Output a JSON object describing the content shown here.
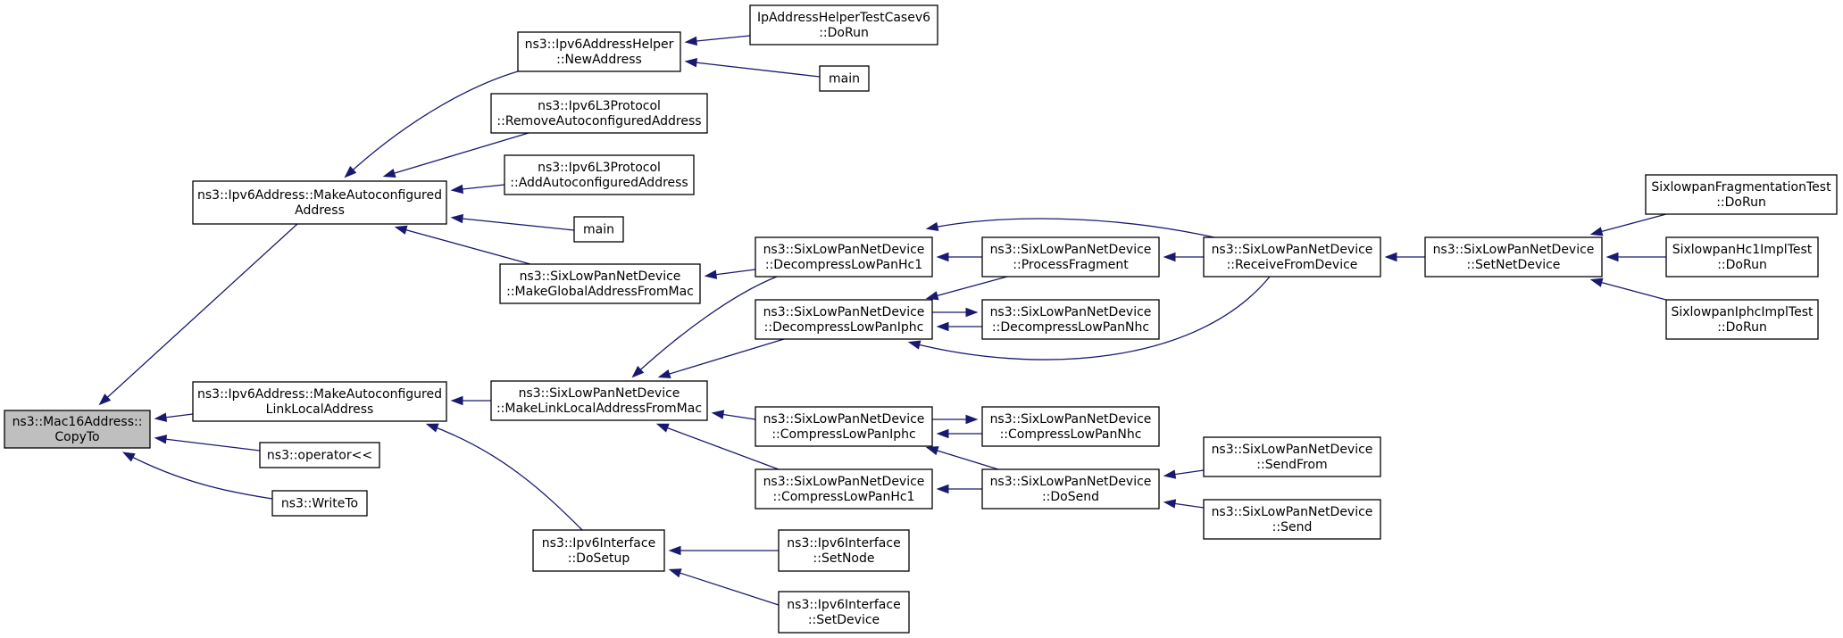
{
  "nodes": [
    {
      "id": "mac16_copyto",
      "name": "Mac16Address CopyTo",
      "lines": [
        "ns3::Mac16Address::",
        "CopyTo"
      ],
      "highlight": true
    },
    {
      "id": "ipv6addr_makeauto",
      "name": "Ipv6Address MakeAutoconfiguredAddress",
      "lines": [
        "ns3::Ipv6Address::MakeAutoconfigured",
        "Address"
      ]
    },
    {
      "id": "ipv6addr_makeauto_ll",
      "name": "Ipv6Address MakeAutoconfiguredLinkLocalAddress",
      "lines": [
        "ns3::Ipv6Address::MakeAutoconfigured",
        "LinkLocalAddress"
      ]
    },
    {
      "id": "operator_ll",
      "name": "operator<<",
      "lines": [
        "ns3::operator<<"
      ]
    },
    {
      "id": "writeto",
      "name": "WriteTo",
      "lines": [
        "ns3::WriteTo"
      ]
    },
    {
      "id": "ipv6helper_newaddr",
      "name": "Ipv6AddressHelper NewAddress",
      "lines": [
        "ns3::Ipv6AddressHelper",
        "::NewAddress"
      ]
    },
    {
      "id": "ipv6l3_remove",
      "name": "Ipv6L3Protocol RemoveAutoconfiguredAddress",
      "lines": [
        "ns3::Ipv6L3Protocol",
        "::RemoveAutoconfiguredAddress"
      ]
    },
    {
      "id": "ipv6l3_add",
      "name": "Ipv6L3Protocol AddAutoconfiguredAddress",
      "lines": [
        "ns3::Ipv6L3Protocol",
        "::AddAutoconfiguredAddress"
      ]
    },
    {
      "id": "main_mid",
      "name": "main (middle)",
      "lines": [
        "main"
      ]
    },
    {
      "id": "slpnd_makeglobal",
      "name": "SixLowPanNetDevice MakeGlobalAddressFromMac",
      "lines": [
        "ns3::SixLowPanNetDevice",
        "::MakeGlobalAddressFromMac"
      ]
    },
    {
      "id": "slpnd_makelinklocal",
      "name": "SixLowPanNetDevice MakeLinkLocalAddressFromMac",
      "lines": [
        "ns3::SixLowPanNetDevice",
        "::MakeLinkLocalAddressFromMac"
      ]
    },
    {
      "id": "ipv6iface_dosetup",
      "name": "Ipv6Interface DoSetup",
      "lines": [
        "ns3::Ipv6Interface",
        "::DoSetup"
      ]
    },
    {
      "id": "iphelper_testcase",
      "name": "IpAddressHelperTestCasev6 DoRun",
      "lines": [
        "IpAddressHelperTestCasev6",
        "::DoRun"
      ]
    },
    {
      "id": "main_top",
      "name": "main (top)",
      "lines": [
        "main"
      ]
    },
    {
      "id": "slpnd_decomp_hc1",
      "name": "SixLowPanNetDevice DecompressLowPanHc1",
      "lines": [
        "ns3::SixLowPanNetDevice",
        "::DecompressLowPanHc1"
      ]
    },
    {
      "id": "slpnd_decomp_iphc",
      "name": "SixLowPanNetDevice DecompressLowPanIphc",
      "lines": [
        "ns3::SixLowPanNetDevice",
        "::DecompressLowPanIphc"
      ]
    },
    {
      "id": "slpnd_comp_iphc",
      "name": "SixLowPanNetDevice CompressLowPanIphc",
      "lines": [
        "ns3::SixLowPanNetDevice",
        "::CompressLowPanIphc"
      ]
    },
    {
      "id": "slpnd_comp_hc1",
      "name": "SixLowPanNetDevice CompressLowPanHc1",
      "lines": [
        "ns3::SixLowPanNetDevice",
        "::CompressLowPanHc1"
      ]
    },
    {
      "id": "ipv6iface_setnode",
      "name": "Ipv6Interface SetNode",
      "lines": [
        "ns3::Ipv6Interface",
        "::SetNode"
      ]
    },
    {
      "id": "ipv6iface_setdevice",
      "name": "Ipv6Interface SetDevice",
      "lines": [
        "ns3::Ipv6Interface",
        "::SetDevice"
      ]
    },
    {
      "id": "slpnd_processfrag",
      "name": "SixLowPanNetDevice ProcessFragment",
      "lines": [
        "ns3::SixLowPanNetDevice",
        "::ProcessFragment"
      ]
    },
    {
      "id": "slpnd_decomp_nhc",
      "name": "SixLowPanNetDevice DecompressLowPanNhc",
      "lines": [
        "ns3::SixLowPanNetDevice",
        "::DecompressLowPanNhc"
      ]
    },
    {
      "id": "slpnd_comp_nhc",
      "name": "SixLowPanNetDevice CompressLowPanNhc",
      "lines": [
        "ns3::SixLowPanNetDevice",
        "::CompressLowPanNhc"
      ]
    },
    {
      "id": "slpnd_dosend",
      "name": "SixLowPanNetDevice DoSend",
      "lines": [
        "ns3::SixLowPanNetDevice",
        "::DoSend"
      ]
    },
    {
      "id": "slpnd_receive",
      "name": "SixLowPanNetDevice ReceiveFromDevice",
      "lines": [
        "ns3::SixLowPanNetDevice",
        "::ReceiveFromDevice"
      ]
    },
    {
      "id": "slpnd_sendfrom",
      "name": "SixLowPanNetDevice SendFrom",
      "lines": [
        "ns3::SixLowPanNetDevice",
        "::SendFrom"
      ]
    },
    {
      "id": "slpnd_send",
      "name": "SixLowPanNetDevice Send",
      "lines": [
        "ns3::SixLowPanNetDevice",
        "::Send"
      ]
    },
    {
      "id": "slpnd_setnetdevice",
      "name": "SixLowPanNetDevice SetNetDevice",
      "lines": [
        "ns3::SixLowPanNetDevice",
        "::SetNetDevice"
      ]
    },
    {
      "id": "sl_fragtest",
      "name": "SixlowpanFragmentationTest DoRun",
      "lines": [
        "SixlowpanFragmentationTest",
        "::DoRun"
      ]
    },
    {
      "id": "sl_hc1test",
      "name": "SixlowpanHc1ImplTest DoRun",
      "lines": [
        "SixlowpanHc1ImplTest",
        "::DoRun"
      ]
    },
    {
      "id": "sl_iphctest",
      "name": "SixlowpanIphcImplTest DoRun",
      "lines": [
        "SixlowpanIphcImplTest",
        "::DoRun"
      ]
    }
  ],
  "edges": [
    {
      "from": "ipv6addr_makeauto",
      "to": "mac16_copyto"
    },
    {
      "from": "ipv6addr_makeauto_ll",
      "to": "mac16_copyto"
    },
    {
      "from": "operator_ll",
      "to": "mac16_copyto"
    },
    {
      "from": "writeto",
      "to": "mac16_copyto"
    },
    {
      "from": "ipv6helper_newaddr",
      "to": "ipv6addr_makeauto"
    },
    {
      "from": "ipv6l3_remove",
      "to": "ipv6addr_makeauto"
    },
    {
      "from": "ipv6l3_add",
      "to": "ipv6addr_makeauto"
    },
    {
      "from": "main_mid",
      "to": "ipv6addr_makeauto"
    },
    {
      "from": "slpnd_makeglobal",
      "to": "ipv6addr_makeauto"
    },
    {
      "from": "iphelper_testcase",
      "to": "ipv6helper_newaddr"
    },
    {
      "from": "main_top",
      "to": "ipv6helper_newaddr"
    },
    {
      "from": "slpnd_decomp_hc1",
      "to": "slpnd_makeglobal"
    },
    {
      "from": "slpnd_makelinklocal",
      "to": "ipv6addr_makeauto_ll"
    },
    {
      "from": "ipv6iface_dosetup",
      "to": "ipv6addr_makeauto_ll"
    },
    {
      "from": "slpnd_decomp_hc1",
      "to": "slpnd_makelinklocal"
    },
    {
      "from": "slpnd_decomp_iphc",
      "to": "slpnd_makelinklocal"
    },
    {
      "from": "slpnd_comp_iphc",
      "to": "slpnd_makelinklocal"
    },
    {
      "from": "slpnd_comp_hc1",
      "to": "slpnd_makelinklocal"
    },
    {
      "from": "ipv6iface_setnode",
      "to": "ipv6iface_dosetup"
    },
    {
      "from": "ipv6iface_setdevice",
      "to": "ipv6iface_dosetup"
    },
    {
      "from": "slpnd_processfrag",
      "to": "slpnd_decomp_hc1"
    },
    {
      "from": "slpnd_receive",
      "to": "slpnd_decomp_hc1"
    },
    {
      "from": "slpnd_processfrag",
      "to": "slpnd_decomp_iphc"
    },
    {
      "from": "slpnd_decomp_nhc",
      "to": "slpnd_decomp_iphc"
    },
    {
      "from": "slpnd_decomp_iphc",
      "to": "slpnd_decomp_nhc"
    },
    {
      "from": "slpnd_receive",
      "to": "slpnd_decomp_iphc"
    },
    {
      "from": "slpnd_receive",
      "to": "slpnd_processfrag"
    },
    {
      "from": "slpnd_comp_nhc",
      "to": "slpnd_comp_iphc"
    },
    {
      "from": "slpnd_comp_iphc",
      "to": "slpnd_comp_nhc"
    },
    {
      "from": "slpnd_dosend",
      "to": "slpnd_comp_iphc"
    },
    {
      "from": "slpnd_dosend",
      "to": "slpnd_comp_hc1"
    },
    {
      "from": "slpnd_sendfrom",
      "to": "slpnd_dosend"
    },
    {
      "from": "slpnd_send",
      "to": "slpnd_dosend"
    },
    {
      "from": "slpnd_setnetdevice",
      "to": "slpnd_receive"
    },
    {
      "from": "sl_fragtest",
      "to": "slpnd_setnetdevice"
    },
    {
      "from": "sl_hc1test",
      "to": "slpnd_setnetdevice"
    },
    {
      "from": "sl_iphctest",
      "to": "slpnd_setnetdevice"
    }
  ]
}
